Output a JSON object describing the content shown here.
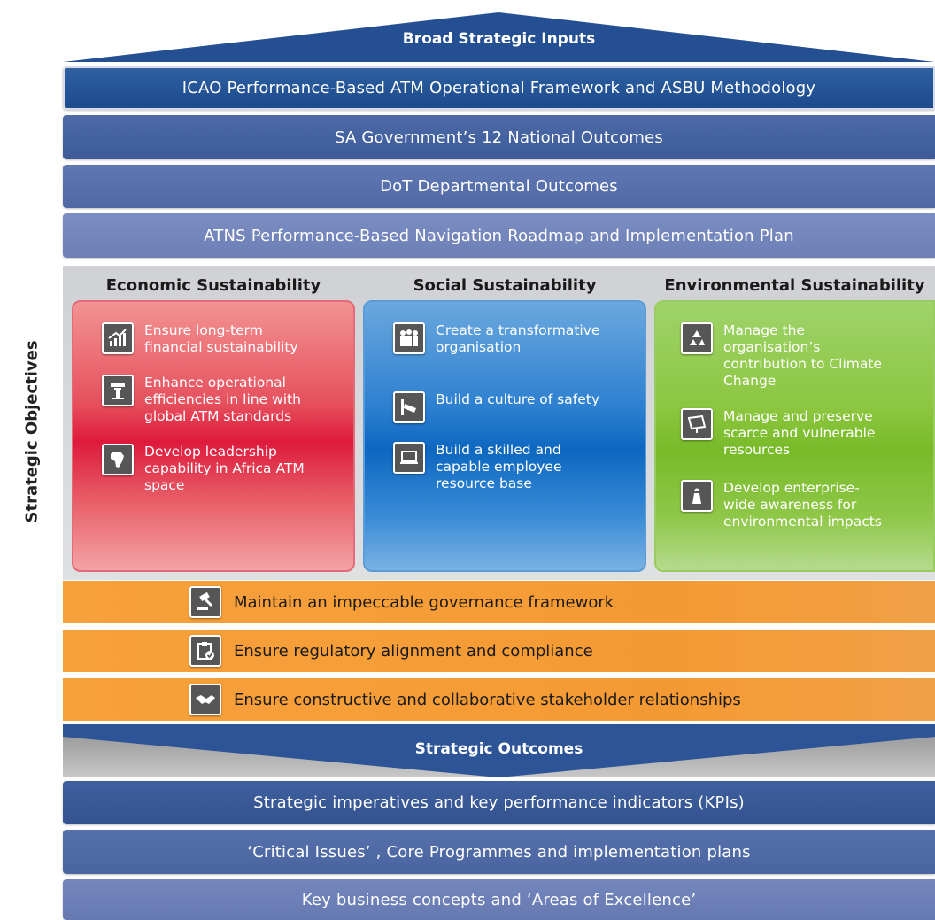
{
  "header": {
    "title": "Broad Strategic Inputs"
  },
  "inputs": [
    "ICAO Performance-Based ATM Operational Framework and ASBU Methodology",
    "SA Government’s 12 National Outcomes",
    "DoT Departmental Outcomes",
    "ATNS Performance-Based Navigation Roadmap and Implementation Plan"
  ],
  "side_label": "Strategic Objectives",
  "pillars": {
    "economic": {
      "title": "Economic Sustainability",
      "items": [
        {
          "icon": "growth-chart-icon",
          "text": "Ensure long-term financial sustainability"
        },
        {
          "icon": "control-tower-icon",
          "text": "Enhance operational efficiencies in line with global ATM standards"
        },
        {
          "icon": "africa-map-icon",
          "text": "Develop leadership capability in Africa ATM space"
        }
      ]
    },
    "social": {
      "title": "Social Sustainability",
      "items": [
        {
          "icon": "people-group-icon",
          "text": "Create a transformative organisation"
        },
        {
          "icon": "security-camera-icon",
          "text": "Build a culture of safety"
        },
        {
          "icon": "laptop-icon",
          "text": "Build a skilled and capable employee resource base"
        }
      ]
    },
    "environmental": {
      "title": "Environmental Sustainability",
      "items": [
        {
          "icon": "recycle-icon",
          "text": "Manage the organisation’s contribution to Climate Change"
        },
        {
          "icon": "solar-panel-icon",
          "text": "Manage and preserve scarce and vulnerable resources"
        },
        {
          "icon": "factory-emission-icon",
          "text": "Develop enterprise-wide awareness for environmental impacts"
        }
      ]
    }
  },
  "governance": [
    {
      "icon": "gavel-icon",
      "text": "Maintain an impeccable governance framework"
    },
    {
      "icon": "clipboard-check-icon",
      "text": "Ensure regulatory alignment and compliance"
    },
    {
      "icon": "handshake-icon",
      "text": "Ensure constructive and collaborative stakeholder relationships"
    }
  ],
  "outcomes_title": "Strategic Outcomes",
  "outcomes": [
    "Strategic imperatives and key performance indicators (KPIs)",
    "‘Critical Issues’ , Core Programmes and implementation plans",
    "Key business concepts and ‘Areas of Excellence’"
  ],
  "colors": {
    "navy": "#1d4b8d",
    "economic": "#de1a3c",
    "social": "#0d67c0",
    "environmental": "#8cc63f",
    "governance": "#f49a34"
  }
}
